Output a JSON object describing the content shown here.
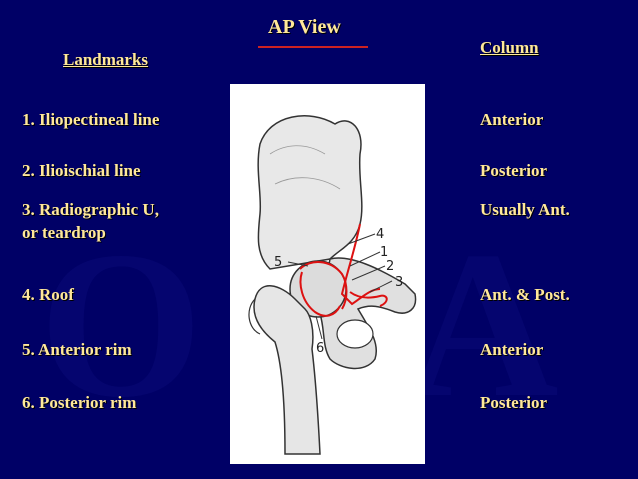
{
  "slide": {
    "title": "AP View",
    "left_header": "Landmarks",
    "right_header": "Column",
    "colors": {
      "background": "#000066",
      "text": "#ffe89a",
      "accent_red": "#cc2222"
    },
    "rows": [
      {
        "landmark": "1. Iliopectineal line",
        "column": "Anterior"
      },
      {
        "landmark": "2. Ilioischial line",
        "column": "Posterior"
      },
      {
        "landmark": "3. Radiographic U,",
        "landmark_line2": "or teardrop",
        "column": "Usually Ant."
      },
      {
        "landmark": "4. Roof",
        "column": "Ant. & Post."
      },
      {
        "landmark": "5. Anterior rim",
        "column": "Anterior"
      },
      {
        "landmark": "6. Posterior rim",
        "column": "Posterior"
      }
    ],
    "figure_labels": [
      "1",
      "2",
      "3",
      "4",
      "5",
      "6"
    ]
  }
}
